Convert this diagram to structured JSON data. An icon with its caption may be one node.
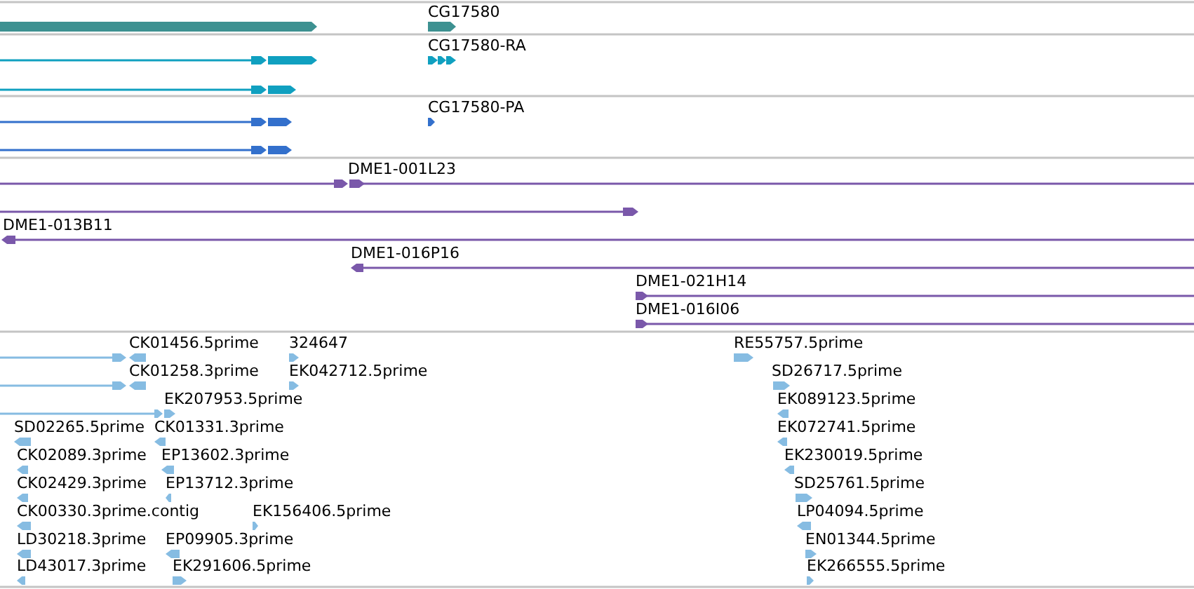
{
  "diagram": {
    "nodes": [
      {
        "text": [],
        "shape": "bar"
      },
      {
        "text": [
          "CG17580"
        ]
      },
      {
        "text": [],
        "shape": "bar"
      },
      {
        "text": [
          "CG17580-RA"
        ]
      },
      {
        "text": [],
        "shape": "bar"
      },
      {
        "text": [],
        "shape": "bar"
      },
      {
        "text": [
          "CG17580-PA"
        ]
      },
      {
        "text": [],
        "shape": "bar"
      },
      {
        "text": [],
        "shape": "bar"
      },
      {
        "text": [
          "DME1-001L23"
        ]
      },
      {
        "text": [],
        "shape": "bar"
      },
      {
        "text": [
          "DME1-013B11"
        ]
      },
      {
        "text": [
          "DME1-016P16"
        ]
      },
      {
        "text": [
          "DME1-021H14"
        ]
      },
      {
        "text": [
          "DME1-016I06"
        ]
      },
      {
        "text": [],
        "shape": "bar"
      },
      {
        "text": [
          "CK01456.5prime"
        ]
      },
      {
        "text": [
          "324647"
        ]
      },
      {
        "text": [
          "RE55757.5prime"
        ]
      },
      {
        "text": [],
        "shape": "bar"
      },
      {
        "text": [
          "CK01258.3prime"
        ]
      },
      {
        "text": [
          "EK042712.5prime"
        ]
      },
      {
        "text": [
          "SD26717.5prime"
        ]
      },
      {
        "text": [],
        "shape": "bar"
      },
      {
        "text": [
          "EK207953.5prime"
        ]
      },
      {
        "text": [
          "EK089123.5prime"
        ]
      },
      {
        "text": [
          "SD02265.5prime"
        ]
      },
      {
        "text": [
          "CK01331.3prime"
        ]
      },
      {
        "text": [
          "EK072741.5prime"
        ]
      },
      {
        "text": [
          "CK02089.3prime"
        ]
      },
      {
        "text": [
          "EP13602.3prime"
        ]
      },
      {
        "text": [
          "EK230019.5prime"
        ]
      },
      {
        "text": [
          "CK02429.3prime"
        ]
      },
      {
        "text": [
          "EP13712.3prime"
        ]
      },
      {
        "text": [
          "SD25761.5prime"
        ]
      },
      {
        "text": [
          "CK00330.3prime.contig"
        ]
      },
      {
        "text": [
          "EK156406.5prime"
        ]
      },
      {
        "text": [
          "LP04094.5prime"
        ]
      },
      {
        "text": [
          "LD30218.3prime"
        ]
      },
      {
        "text": [
          "EP09905.3prime"
        ]
      },
      {
        "text": [
          "EN01344.5prime"
        ]
      },
      {
        "text": [
          "LD43017.3prime"
        ]
      },
      {
        "text": [
          "EK291606.5prime"
        ]
      },
      {
        "text": [
          "EK266555.5prime"
        ]
      }
    ]
  }
}
